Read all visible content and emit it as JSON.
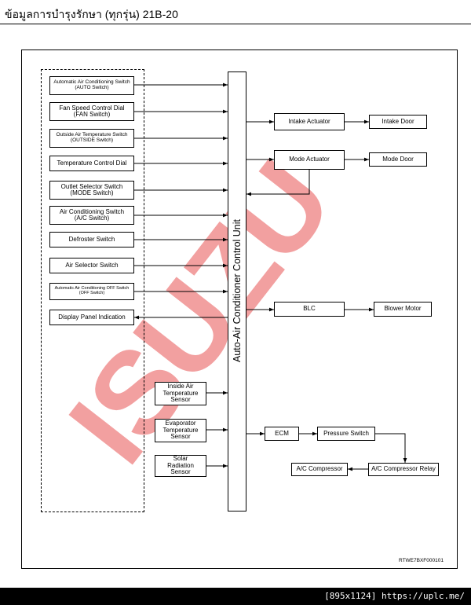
{
  "header": {
    "title": "ข้อมูลการบำรุงรักษา (ทุกรุ่น) 21B-20"
  },
  "watermark": {
    "logo_text": "ISUZU",
    "color": "#f2a0a0"
  },
  "diagram": {
    "control_unit": "Auto-Air Conditioner Control Unit",
    "switches": [
      [
        "Automatic Air Conditioning Switch",
        "(AUTO Switch)"
      ],
      [
        "Fan Speed Control Dial",
        "(FAN Switch)"
      ],
      [
        "Outside Air Temperature Switch",
        "(OUTSIDE Switch)"
      ],
      [
        "Temperature Control Dial"
      ],
      [
        "Outlet Selector Switch",
        "(MODE Switch)"
      ],
      [
        "Air Conditioning Switch",
        "(A/C Switch)"
      ],
      [
        "Defroster Switch"
      ],
      [
        "Air Selector Switch"
      ],
      [
        "Automatic Air Conditioning OFF Switch",
        "(OFF Switch)"
      ],
      [
        "Display Panel Indication"
      ]
    ],
    "sensors": [
      [
        "Inside Air",
        "Temperature",
        "Sensor"
      ],
      [
        "Evaporator",
        "Temperature",
        "Sensor"
      ],
      [
        "Solar",
        "Radiation",
        "Sensor"
      ]
    ],
    "outputs": {
      "intake_actuator": "Intake Actuator",
      "intake_door": "Intake Door",
      "mode_actuator": "Mode Actuator",
      "mode_door": "Mode Door",
      "blc": "BLC",
      "blower_motor": "Blower Motor",
      "ecm": "ECM",
      "pressure_switch": "Pressure Switch",
      "ac_compressor": "A/C Compressor",
      "ac_compressor_relay": "A/C Compressor Relay"
    },
    "ref_code": "RTWE7BXF000101"
  },
  "footer": {
    "watermark_text": "[895x1124] https://uplc.me/"
  }
}
